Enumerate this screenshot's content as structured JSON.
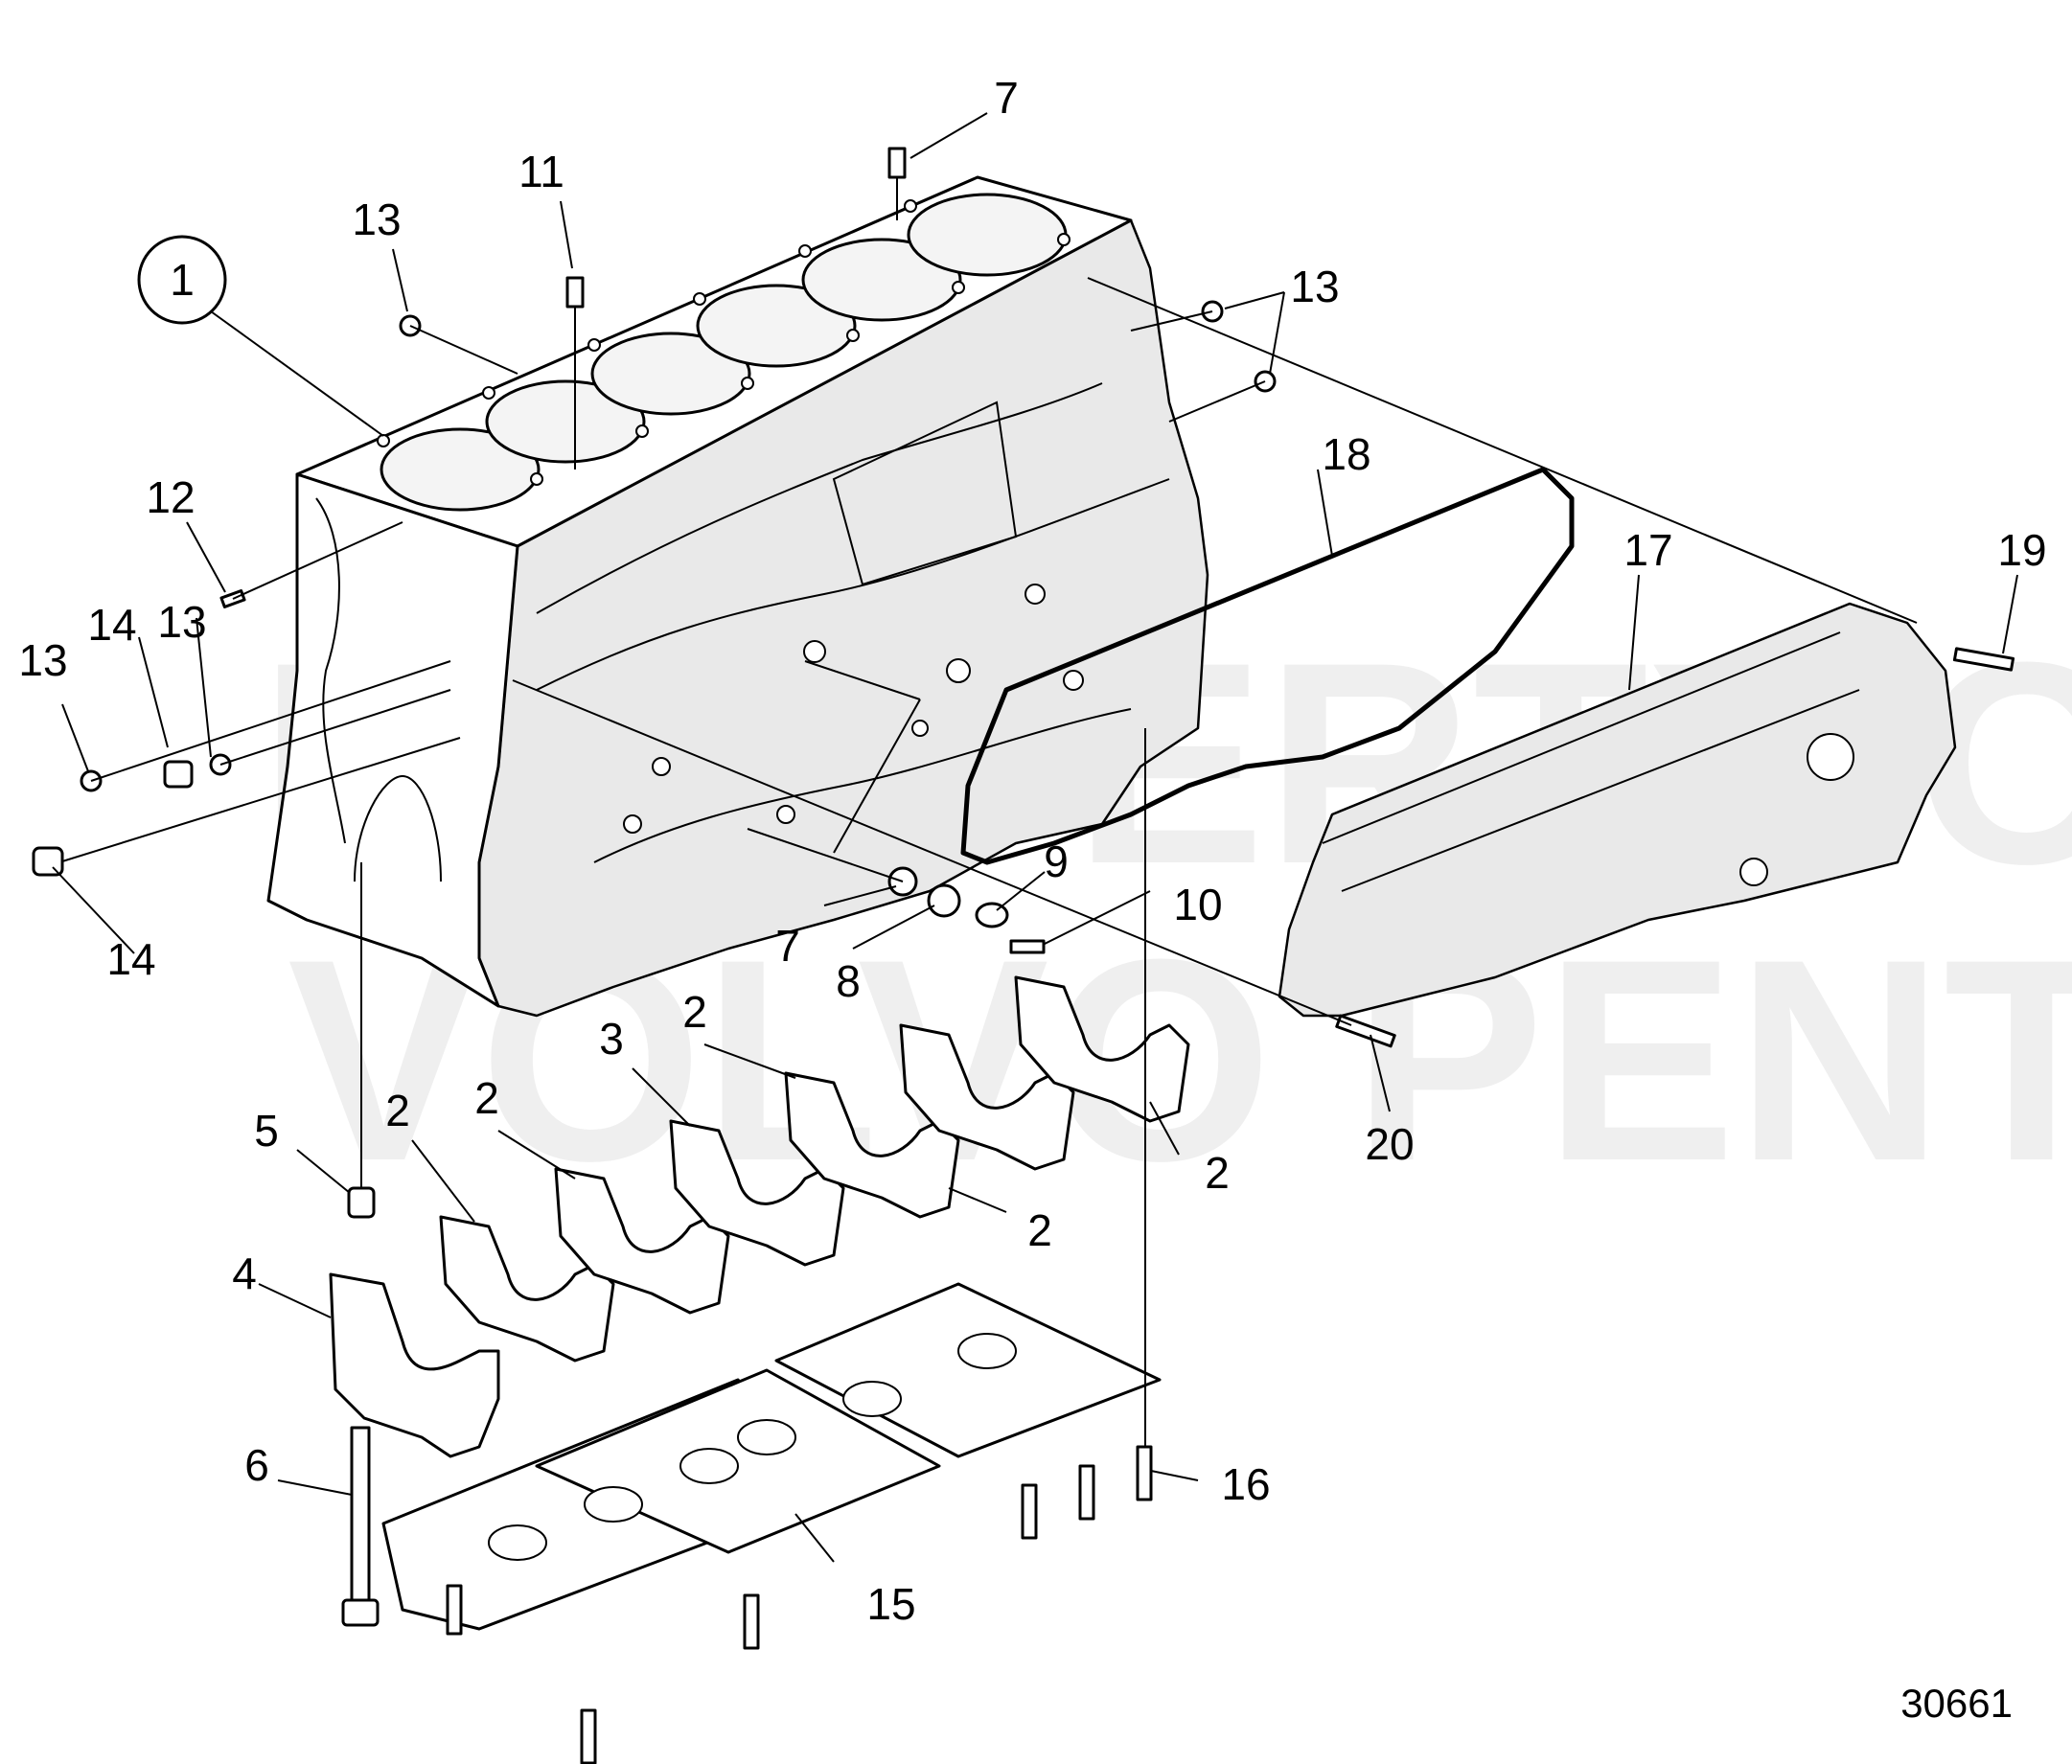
{
  "diagram": {
    "watermark_lines": [
      "PROPERTY OF",
      "VOLVO PENTA"
    ],
    "reference_number": "30661",
    "callouts": [
      {
        "id": "c1",
        "label": "1"
      },
      {
        "id": "c2a",
        "label": "2"
      },
      {
        "id": "c2b",
        "label": "2"
      },
      {
        "id": "c2c",
        "label": "2"
      },
      {
        "id": "c2d",
        "label": "2"
      },
      {
        "id": "c2e",
        "label": "2"
      },
      {
        "id": "c3",
        "label": "3"
      },
      {
        "id": "c4",
        "label": "4"
      },
      {
        "id": "c5",
        "label": "5"
      },
      {
        "id": "c6",
        "label": "6"
      },
      {
        "id": "c7a",
        "label": "7"
      },
      {
        "id": "c7b",
        "label": "7"
      },
      {
        "id": "c8",
        "label": "8"
      },
      {
        "id": "c9",
        "label": "9"
      },
      {
        "id": "c10",
        "label": "10"
      },
      {
        "id": "c11",
        "label": "11"
      },
      {
        "id": "c12",
        "label": "12"
      },
      {
        "id": "c13a",
        "label": "13"
      },
      {
        "id": "c13b",
        "label": "13"
      },
      {
        "id": "c13c",
        "label": "13"
      },
      {
        "id": "c13d",
        "label": "13"
      },
      {
        "id": "c14a",
        "label": "14"
      },
      {
        "id": "c14b",
        "label": "14"
      },
      {
        "id": "c15",
        "label": "15"
      },
      {
        "id": "c16",
        "label": "16"
      },
      {
        "id": "c17",
        "label": "17"
      },
      {
        "id": "c18",
        "label": "18"
      },
      {
        "id": "c19",
        "label": "19"
      },
      {
        "id": "c20",
        "label": "20"
      }
    ]
  }
}
